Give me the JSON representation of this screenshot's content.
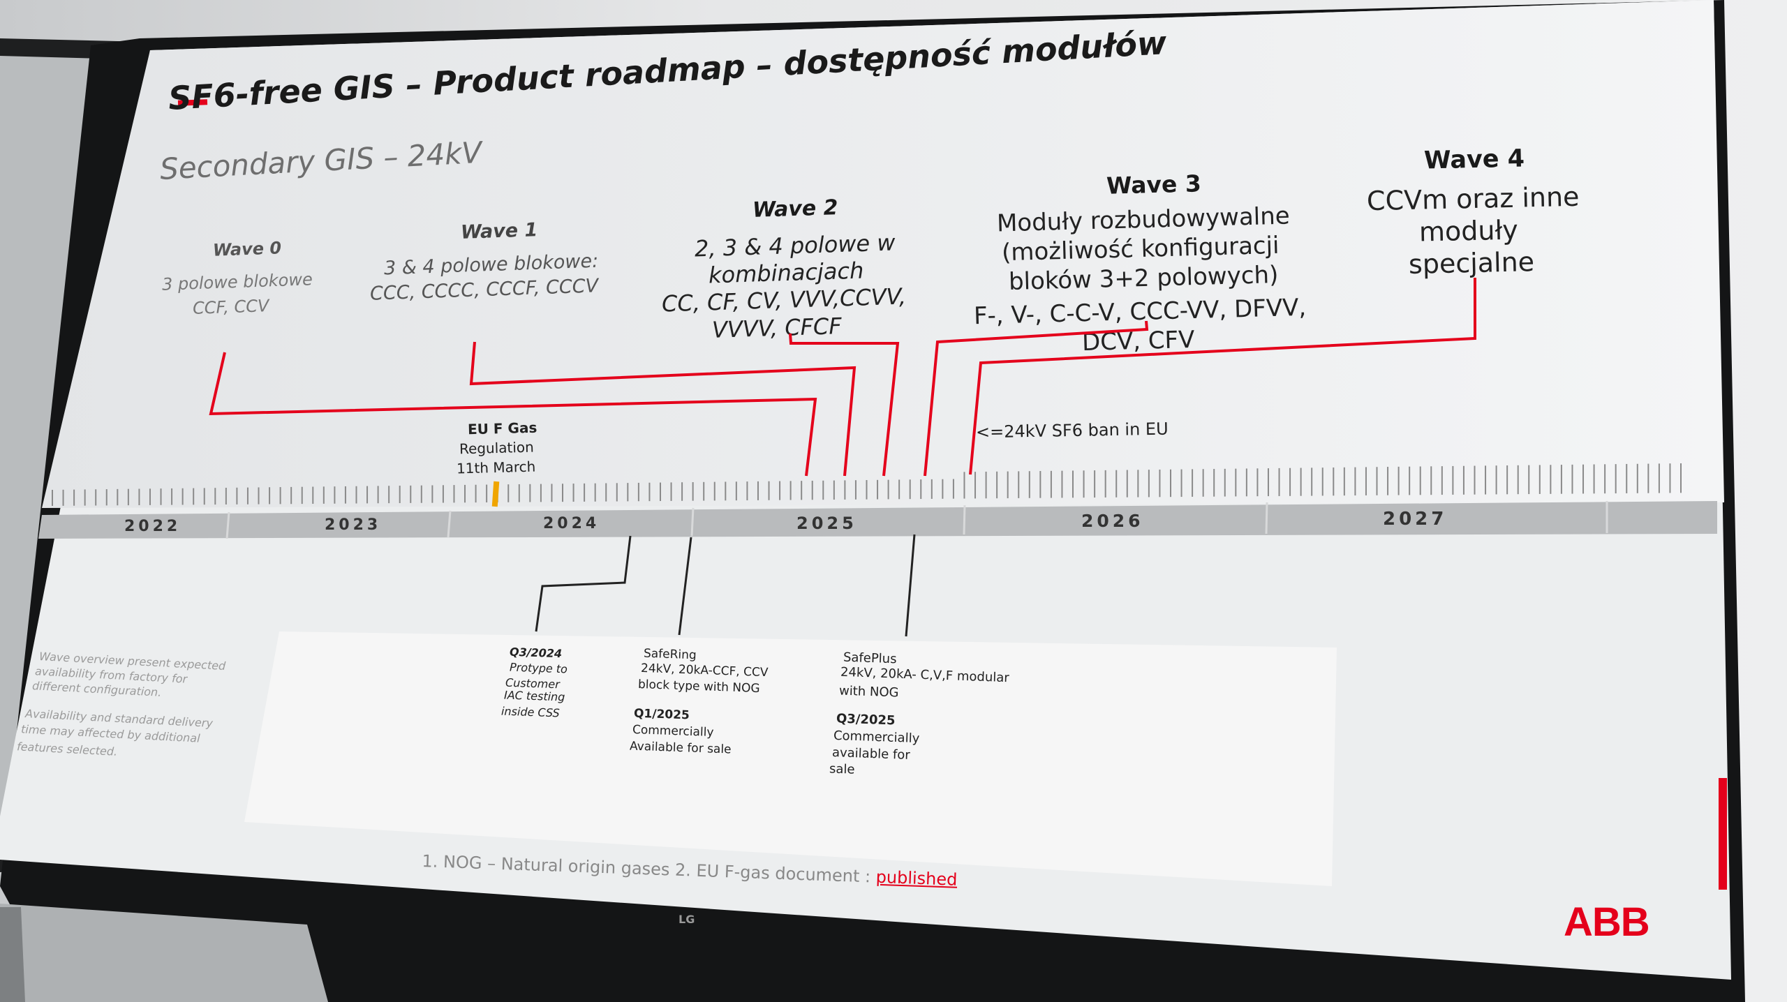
{
  "slide": {
    "title": "SF6-free GIS – Product roadmap – dostępność modułów",
    "subtitle": "Secondary GIS – 24kV"
  },
  "waves": [
    {
      "name": "Wave 0",
      "lines": [
        "3 polowe blokowe",
        "CCF, CCV"
      ]
    },
    {
      "name": "Wave 1",
      "lines": [
        "3 & 4 polowe blokowe:",
        "CCC, CCCC, CCCF, CCCV"
      ]
    },
    {
      "name": "Wave 2",
      "lines": [
        "2, 3 & 4 polowe w",
        "kombinacjach",
        "CC, CF, CV, VVV,CCVV,",
        "VVVV, CFCF"
      ]
    },
    {
      "name": "Wave 3",
      "lines": [
        "Moduły rozbudowywalne",
        "(możliwość konfiguracji",
        "bloków 3+2 polowych)",
        "F-, V-, C-C-V, CCC-VV, DFVV,",
        "DCV, CFV"
      ]
    },
    {
      "name": "Wave 4",
      "lines": [
        "CCVm oraz inne",
        "moduły",
        "specjalne"
      ]
    }
  ],
  "events": {
    "eu_fgas": [
      "EU F Gas",
      "Regulation",
      "11th March"
    ],
    "sf6_ban": "<=24kV SF6 ban in EU"
  },
  "timeline": {
    "years": [
      "2022",
      "2023",
      "2024",
      "2025",
      "2026",
      "2027"
    ]
  },
  "milestones": [
    {
      "lines": [
        "Q3/2024",
        "Protype to",
        "Customer",
        "IAC testing",
        "inside CSS"
      ]
    },
    {
      "lines": [
        "SafeRing",
        "24kV, 20kA-CCF, CCV",
        "block type with NOG",
        "",
        "Q1/2025",
        "Commercially",
        "Available for sale"
      ]
    },
    {
      "lines": [
        "SafePlus",
        "24kV, 20kA- C,V,F modular",
        "with NOG",
        "",
        "Q3/2025",
        "Commercially",
        "available for",
        "sale"
      ]
    }
  ],
  "notes": {
    "left": [
      "Wave overview present expected",
      "availability from factory for",
      "different configuration.",
      "",
      "Availability and standard delivery",
      "time may affected by additional",
      "features selected."
    ],
    "footnote_prefix": "1. NOG – Natural origin gases   2.  EU F-gas document : ",
    "footnote_link": "published"
  },
  "branding": {
    "logo": "ABB",
    "tv_logo": "LG"
  },
  "colors": {
    "accent_red": "#e4001b",
    "slide_bg": "#f2f3f4",
    "bezel": "#151617"
  }
}
